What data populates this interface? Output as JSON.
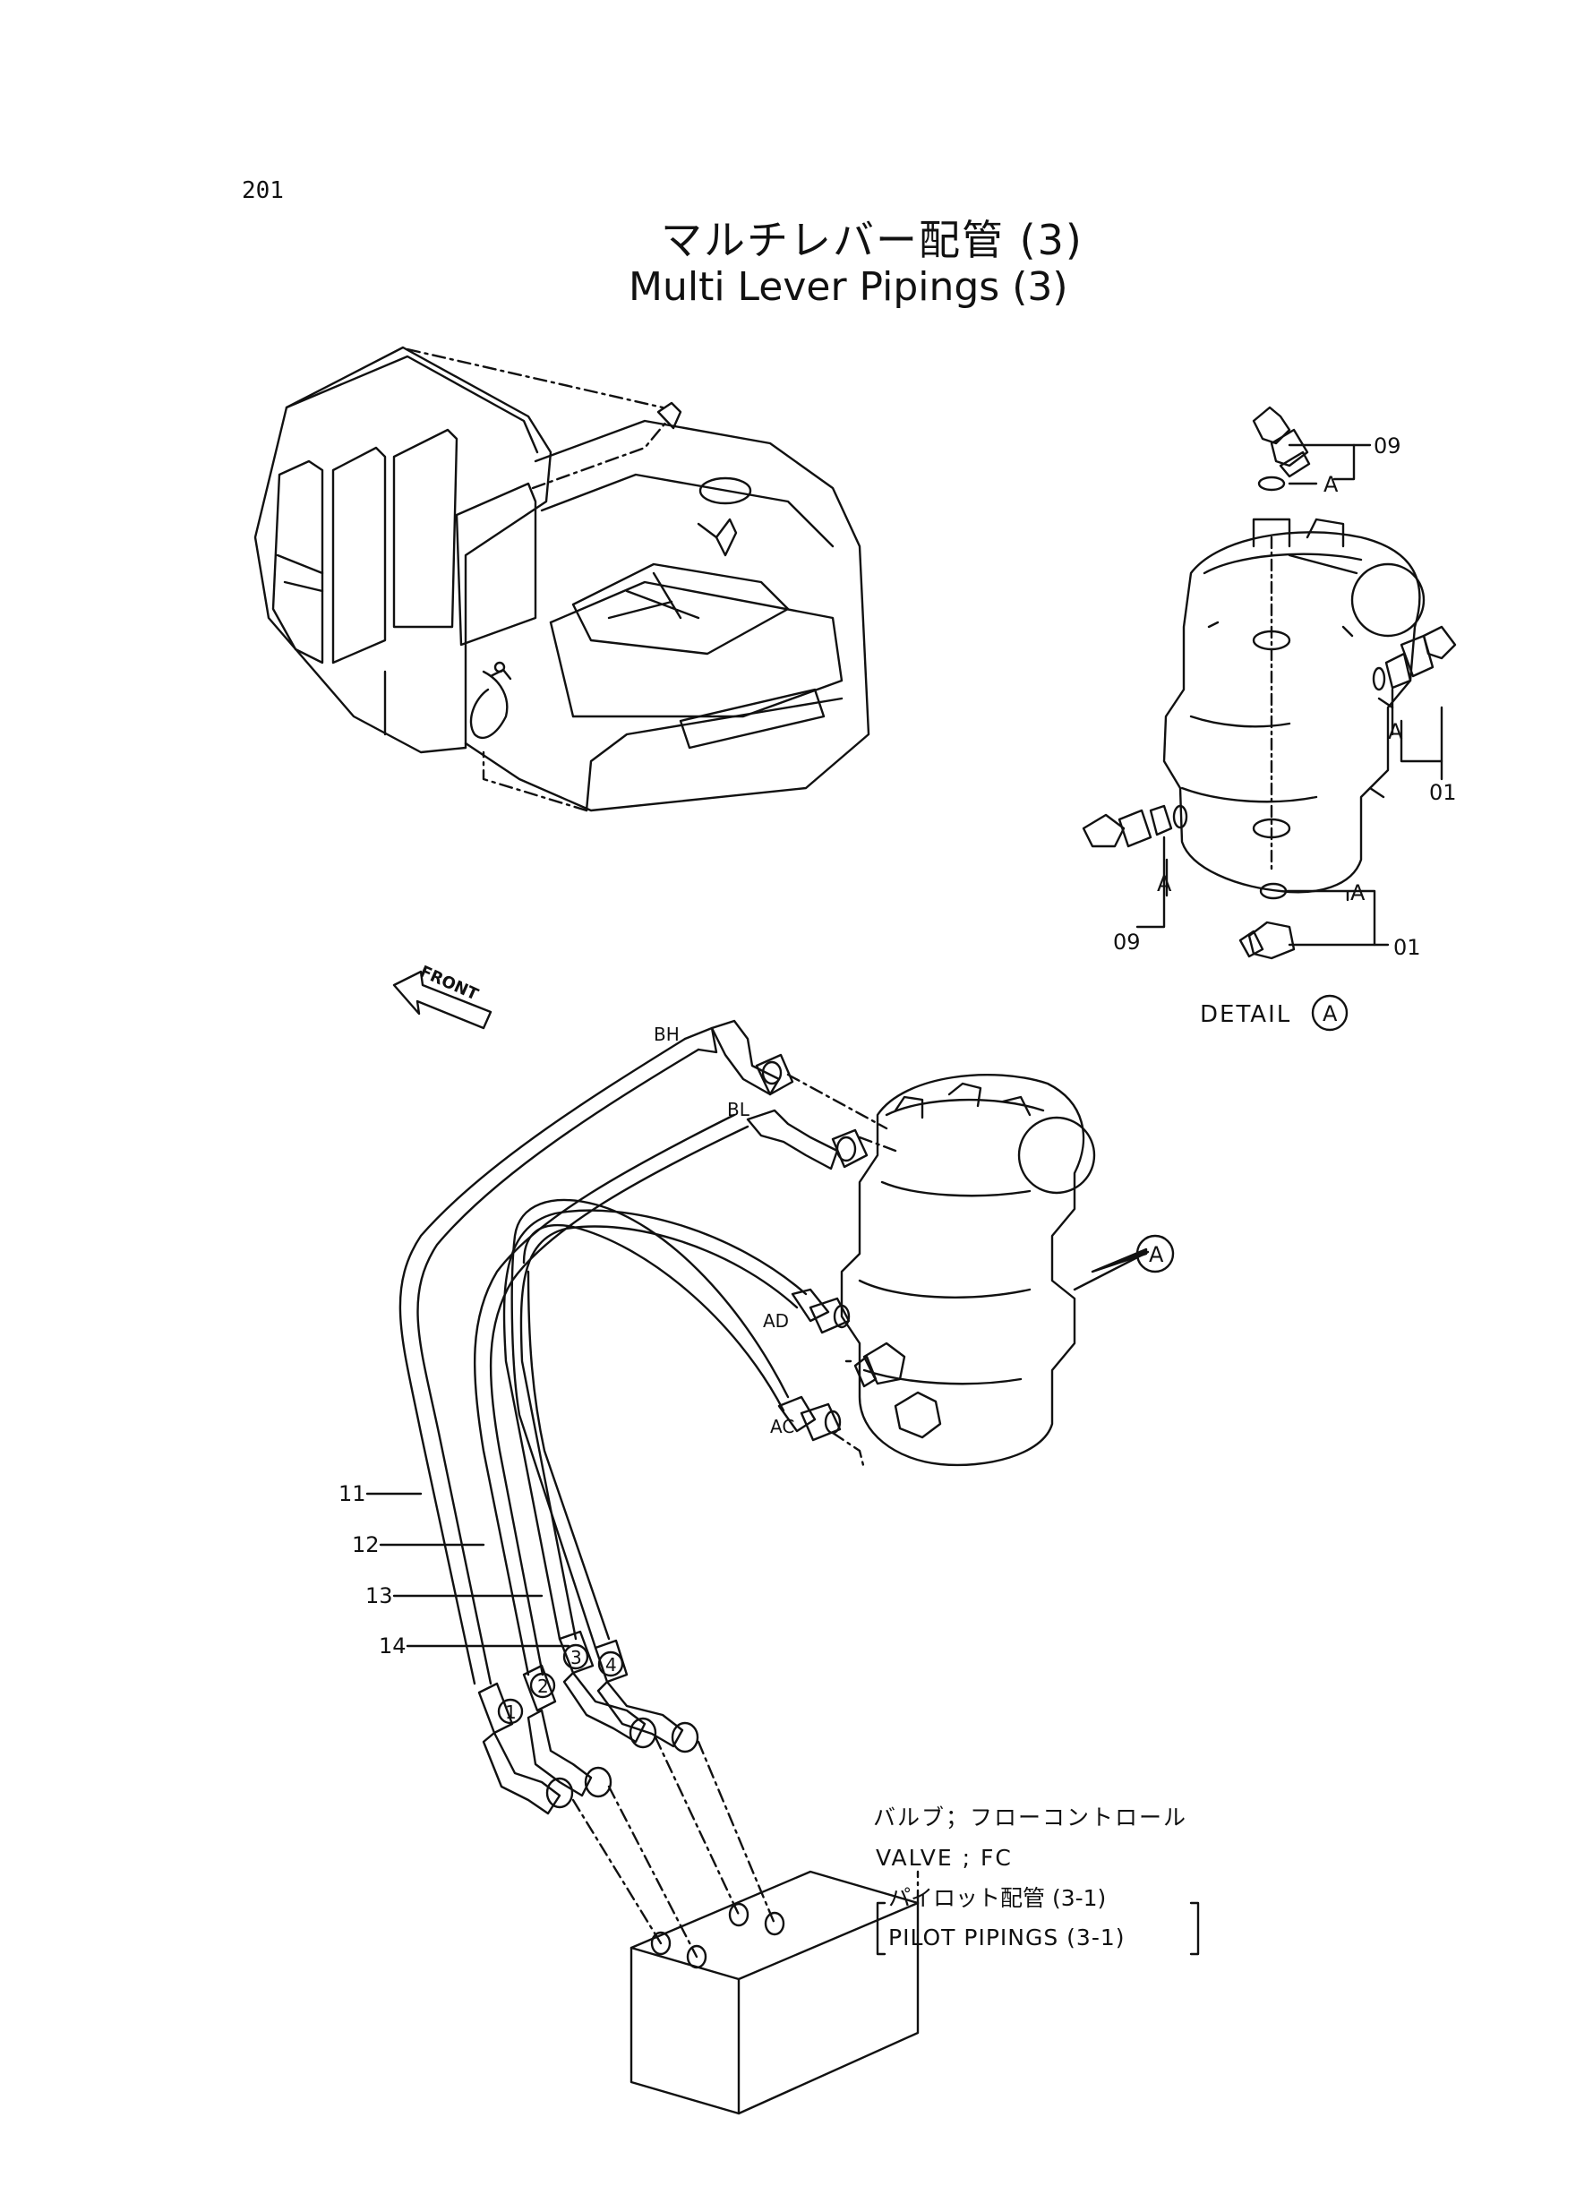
{
  "page_number": "201",
  "title_ja": "マルチレバー配管 (3)",
  "title_en": "Multi Lever Pipings (3)",
  "detail_labels": {
    "item_09_top": "09",
    "item_01_right": "01",
    "item_09_bottom": "09",
    "item_01_bottom": "01",
    "ref_a_1": "A",
    "ref_a_2": "A",
    "ref_a_3": "A",
    "ref_a_4": "A",
    "caption": "DETAIL",
    "caption_circle": "A"
  },
  "main_labels": {
    "front": "FRONT",
    "port_bh": "BH",
    "port_bl": "BL",
    "port_ad": "AD",
    "port_ac": "AC",
    "callout_a": "A",
    "item_11": "11",
    "item_12": "12",
    "item_13": "13",
    "item_14": "14",
    "hose_1": "1",
    "hose_2": "2",
    "hose_3": "3",
    "hose_4": "4"
  },
  "valve_note": {
    "line1_ja": "バルブ；フローコントロール",
    "line2_en": "VALVE ; FC",
    "line3_ja": "パイロット配管 (3-1)",
    "line4_en": "PILOT  PIPINGS  (3-1)"
  }
}
